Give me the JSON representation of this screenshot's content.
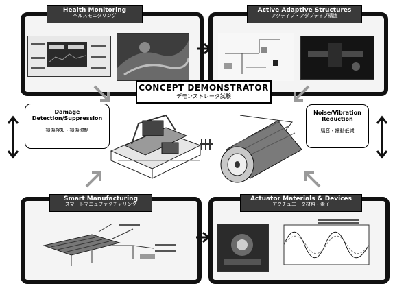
{
  "panels": {
    "health": {
      "title": "Health Monitoring",
      "subtitle": "ヘルスモニタリング"
    },
    "active": {
      "title": "Active Adaptive Structures",
      "subtitle": "アクティブ・アダプティブ構造"
    },
    "smart": {
      "title": "Smart Manufacturing",
      "subtitle": "スマートマニュファクチャリング"
    },
    "actuator": {
      "title": "Actuator Materials & Devices",
      "subtitle": "アクチュエータ材料・素子"
    }
  },
  "center": {
    "title": "CONCEPT DEMONSTRATOR",
    "subtitle": "デモンストレータ試験"
  },
  "callouts": {
    "damage": {
      "title": "Damage Detection/Suppression",
      "subtitle": "損傷検知・損傷抑制"
    },
    "noise": {
      "title": "Noise/Vibration Reduction",
      "subtitle": "騒音・振動低減"
    }
  },
  "colors": {
    "panel_border": "#111111",
    "label_bg": "#3a3a3a",
    "arrow": "#9a9a9a"
  }
}
